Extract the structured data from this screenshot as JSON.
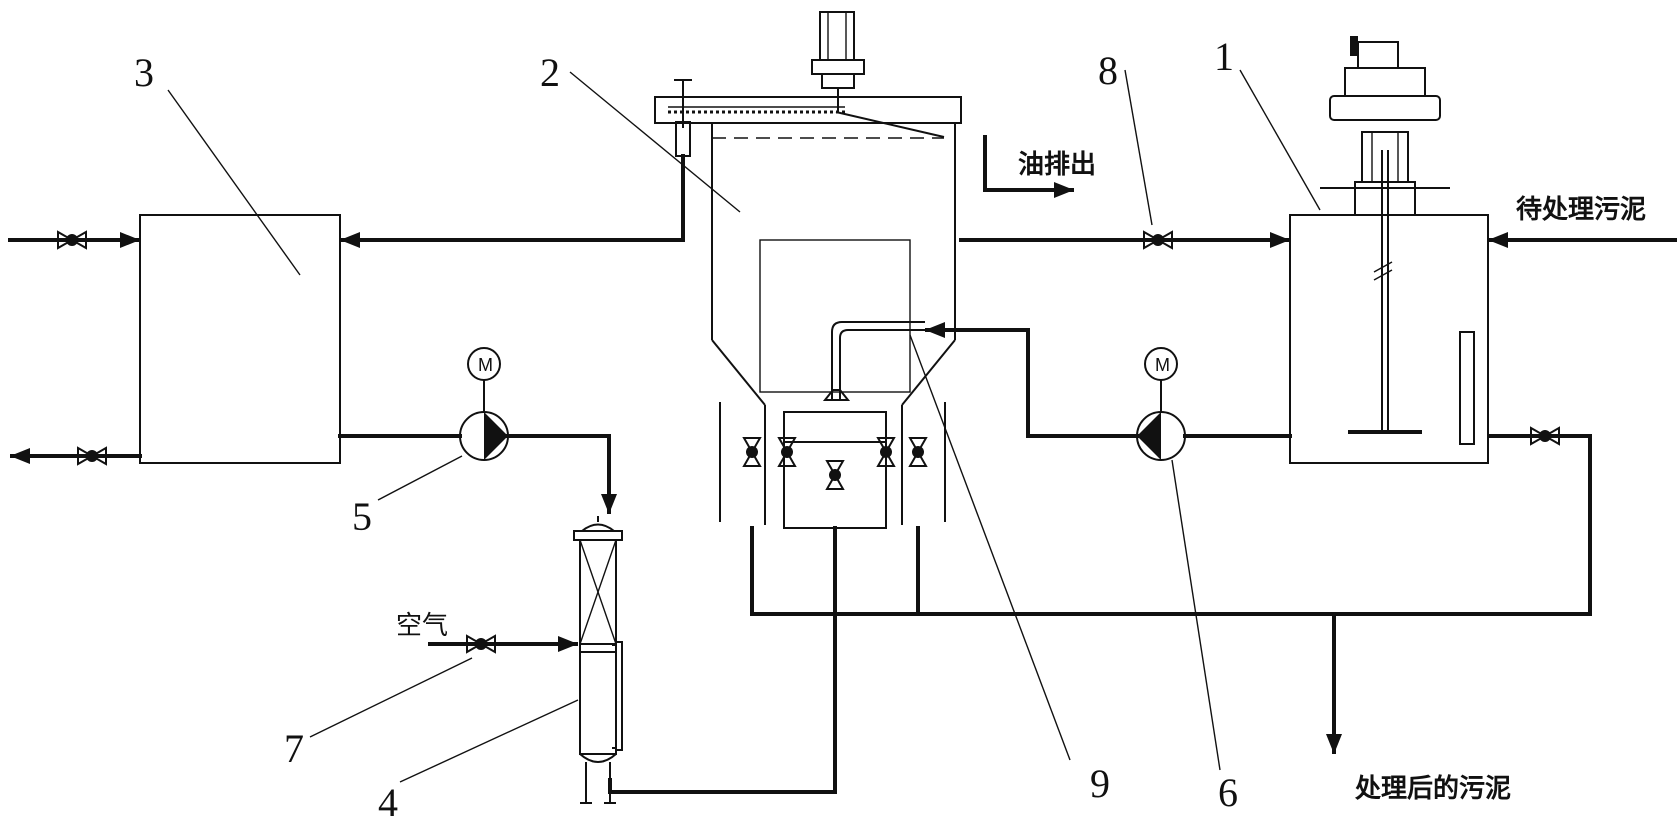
{
  "labels": {
    "n1": "1",
    "n2": "2",
    "n3": "3",
    "n4": "4",
    "n5": "5",
    "n6": "6",
    "n7": "7",
    "n8": "8",
    "n9": "9"
  },
  "text": {
    "oil_out": "油排出",
    "sludge_in": "待处理污泥",
    "sludge_out": "处理后的污泥",
    "air": "空气",
    "motor_letter": "M"
  }
}
